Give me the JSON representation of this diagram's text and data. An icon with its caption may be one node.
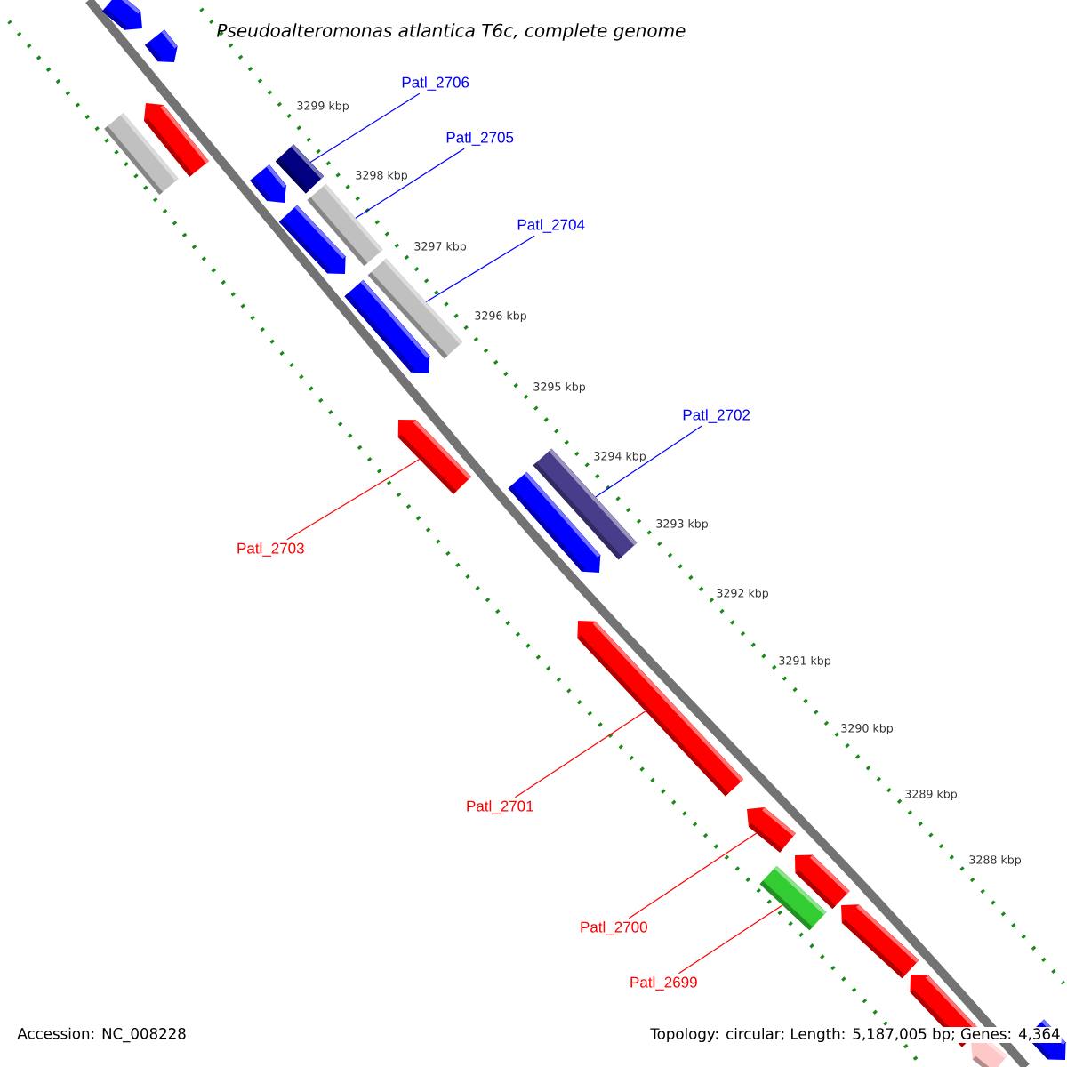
{
  "diagram": {
    "title": "Pseudoalteromonas atlantica T6c, complete genome",
    "nodes": [
      {
        "text": [],
        "shape": "bar"
      },
      {
        "text": [],
        "shape": "bar"
      },
      {
        "text": [
          "Patl_2706"
        ]
      },
      {
        "text": [],
        "shape": "bar"
      },
      {
        "text": [],
        "shape": "bar"
      },
      {
        "text": [
          "Patl_2705"
        ]
      },
      {
        "text": [],
        "shape": "bar"
      },
      {
        "text": [],
        "shape": "bar"
      },
      {
        "text": [],
        "shape": "bar"
      },
      {
        "text": [],
        "shape": "bar"
      },
      {
        "text": [
          "Patl_2704"
        ]
      },
      {
        "text": [],
        "shape": "bar"
      },
      {
        "text": [],
        "shape": "bar"
      },
      {
        "text": [
          "Patl_2702"
        ]
      },
      {
        "text": [],
        "shape": "bar"
      },
      {
        "text": [],
        "shape": "bar"
      },
      {
        "text": [],
        "shape": "bar"
      },
      {
        "text": [
          "Patl_2703"
        ]
      },
      {
        "text": [],
        "shape": "bar"
      },
      {
        "text": [
          "Patl_2701"
        ]
      },
      {
        "text": [],
        "shape": "bar"
      },
      {
        "text": [],
        "shape": "bar"
      },
      {
        "text": [],
        "shape": "bar"
      },
      {
        "text": [],
        "shape": "bar"
      },
      {
        "text": [
          "Patl_2700"
        ]
      },
      {
        "text": [],
        "shape": "bar"
      },
      {
        "text": [
          "Patl_2699"
        ]
      },
      {
        "text": [],
        "shape": "bar"
      },
      {
        "text": [],
        "shape": "bar"
      }
    ],
    "edges": [
      {
        "from": 2,
        "to": 6,
        "arrow": "none",
        "color": "#0000ff"
      },
      {
        "from": 5,
        "to": 8,
        "arrow": "none",
        "color": "#0000ff"
      },
      {
        "from": 10,
        "to": 11,
        "arrow": "none",
        "color": "#0000ff"
      },
      {
        "from": 13,
        "to": 15,
        "arrow": "none",
        "color": "#0000ff"
      },
      {
        "from": 17,
        "to": 14,
        "arrow": "none",
        "color": "#ff0000"
      },
      {
        "from": 19,
        "to": 18,
        "arrow": "none",
        "color": "#ff0000"
      },
      {
        "from": 24,
        "to": 20,
        "arrow": "none",
        "color": "#ff0000"
      },
      {
        "from": 26,
        "to": 22,
        "arrow": "none",
        "color": "#ff0000"
      }
    ],
    "labels": [
      "3299 kbp",
      "3298 kbp",
      "3297 kbp",
      "3296 kbp",
      "3295 kbp",
      "3294 kbp",
      "3293 kbp",
      "3292 kbp",
      "3291 kbp",
      "3290 kbp",
      "3289 kbp",
      "3288 kbp",
      "Accession: NC_008228",
      "Topology: circular; Length: 5,187,005 bp; Genes: 4,364"
    ]
  }
}
